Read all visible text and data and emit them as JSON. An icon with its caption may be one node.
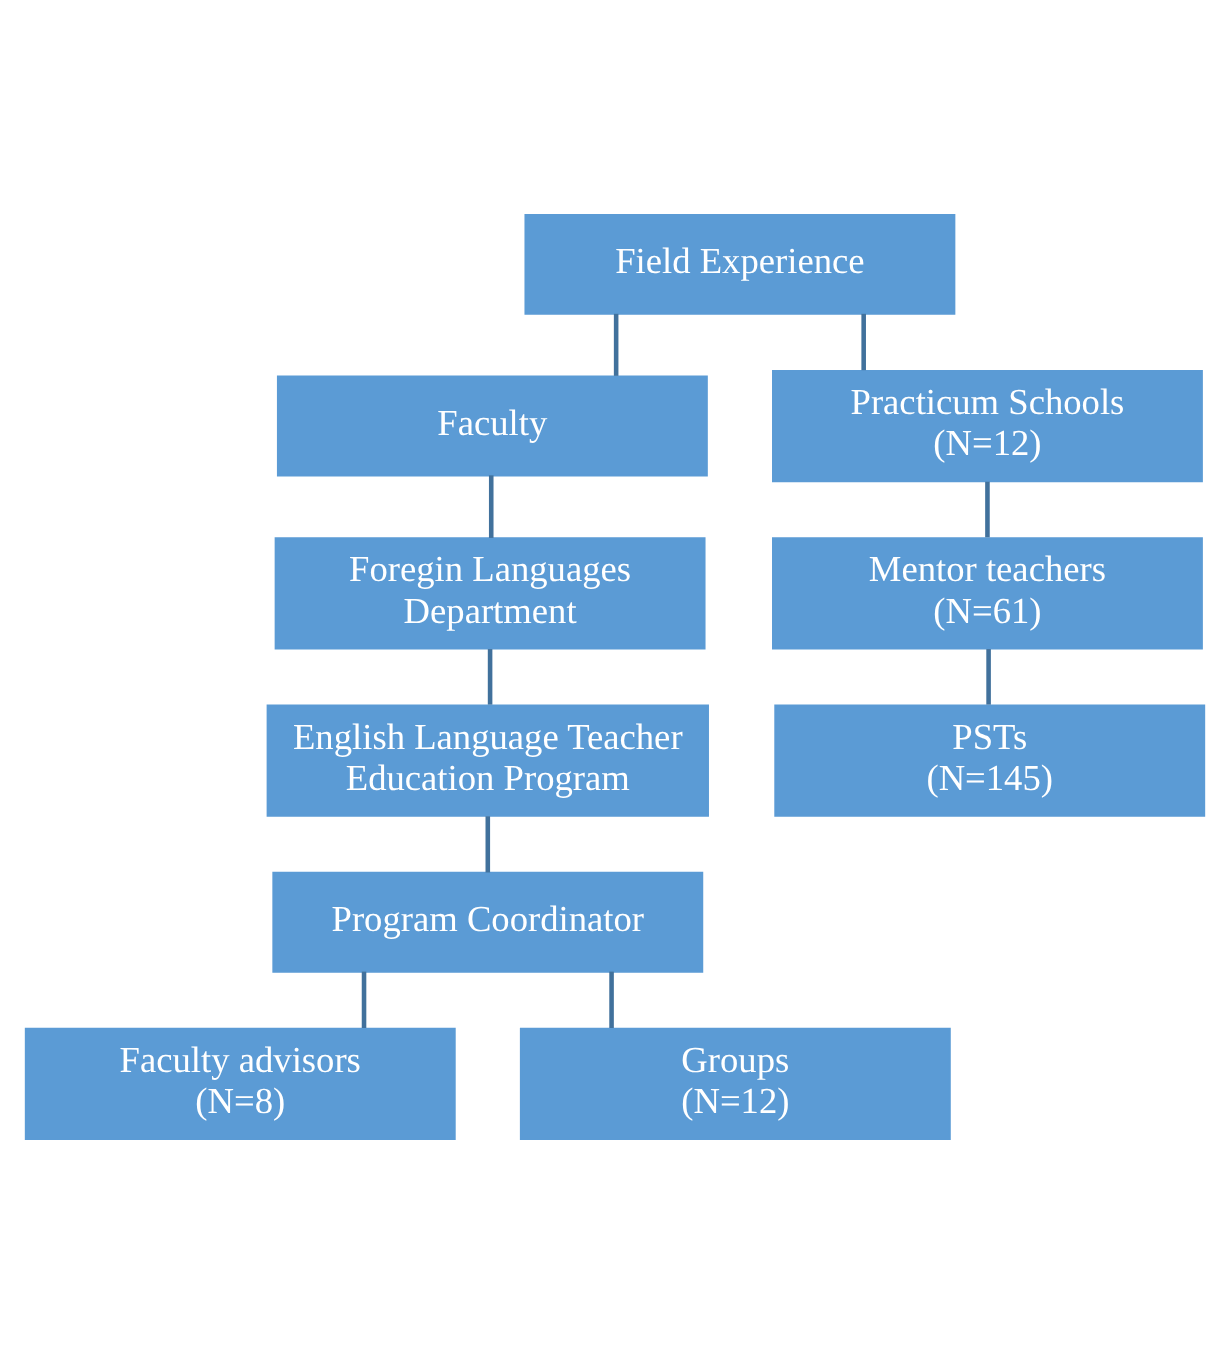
{
  "diagram": {
    "nodes": [
      {
        "text": [
          "Field Experience"
        ]
      },
      {
        "text": [
          "Faculty"
        ]
      },
      {
        "text": [
          "Practicum Schools",
          "(N=12)"
        ]
      },
      {
        "text": [
          "Foregin Languages Department"
        ]
      },
      {
        "text": [
          "English Language Teacher Education Program"
        ]
      },
      {
        "text": [
          "Program Coordinator"
        ]
      },
      {
        "text": [
          "Faculty advisors",
          "(N=8)"
        ]
      },
      {
        "text": [
          "Groups",
          "(N=12)"
        ]
      },
      {
        "text": [
          "Mentor teachers",
          "(N=61)"
        ]
      },
      {
        "text": [
          "PSTs",
          "(N=145)"
        ]
      }
    ],
    "edges": [
      {
        "from": 0,
        "to": 1,
        "arrow": "none"
      },
      {
        "from": 0,
        "to": 2,
        "arrow": "none"
      },
      {
        "from": 1,
        "to": 3,
        "arrow": "none"
      },
      {
        "from": 3,
        "to": 4,
        "arrow": "none"
      },
      {
        "from": 4,
        "to": 5,
        "arrow": "none"
      },
      {
        "from": 5,
        "to": 6,
        "arrow": "none"
      },
      {
        "from": 5,
        "to": 7,
        "arrow": "none"
      },
      {
        "from": 2,
        "to": 8,
        "arrow": "none"
      },
      {
        "from": 8,
        "to": 9,
        "arrow": "none"
      }
    ]
  }
}
